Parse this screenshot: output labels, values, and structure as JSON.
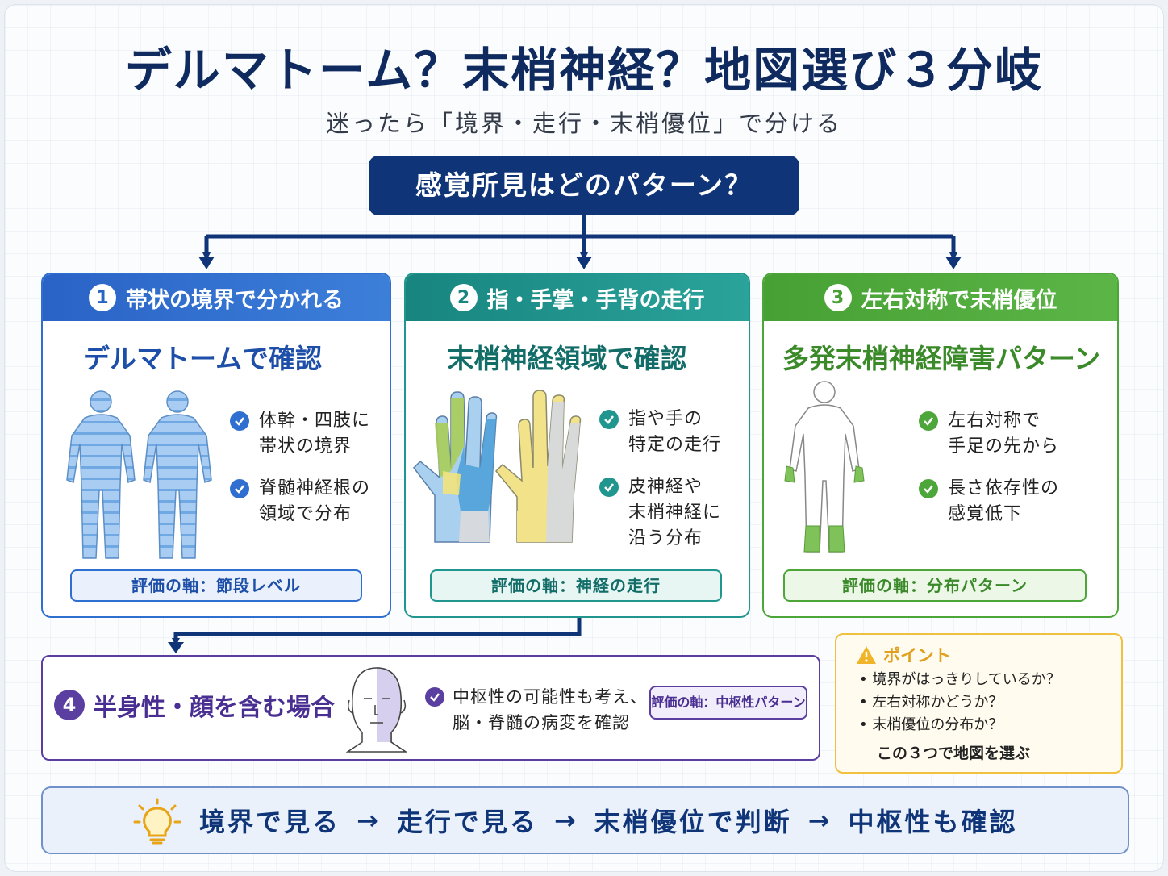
{
  "title": "デルマトーム？末梢神経？地図選び３分岐",
  "subtitle": "迷ったら「境界・走行・末梢優位」で分ける",
  "question": "感覚所見はどのパターン？",
  "colors": {
    "navy": "#0f3578",
    "blue": "#2f6fcf",
    "teal": "#21968f",
    "green": "#4da63a",
    "purple": "#5b3fa0",
    "amber": "#f0b429"
  },
  "branches": [
    {
      "num": "1",
      "header": "帯状の境界で分かれる",
      "title": "デルマトームで確認",
      "items": [
        "体幹・四肢に\n帯状の境界",
        "脊髄神経根の\n領域で分布"
      ],
      "axis": "評価の軸：節段レベル"
    },
    {
      "num": "2",
      "header": "指・手掌・手背の走行",
      "title": "末梢神経領域で確認",
      "items": [
        "指や手の\n特定の走行",
        "皮神経や\n末梢神経に\n沿う分布"
      ],
      "axis": "評価の軸：神経の走行"
    },
    {
      "num": "3",
      "header": "左右対称で末梢優位",
      "title": "多発末梢神経障害パターン",
      "items": [
        "左右対称で\n手足の先から",
        "長さ依存性の\n感覚低下"
      ],
      "axis": "評価の軸：分布パターン"
    }
  ],
  "branch4": {
    "num": "4",
    "title": "半身性・顔を含む場合",
    "text": "中枢性の可能性も考え、\n脳・脊髄の病変を確認",
    "axis": "評価の軸：中枢性パターン"
  },
  "point": {
    "heading": "ポイント",
    "bullets": [
      "境界がはっきりしているか？",
      "左右対称かどうか？",
      "末梢優位の分布か？"
    ],
    "conclusion": "この３つで地図を選ぶ"
  },
  "flow": [
    "境界で見る",
    "走行で見る",
    "末梢優位で判断",
    "中枢性も確認"
  ],
  "flow_arrow": "→",
  "icons": [
    "check-icon",
    "warning-icon",
    "lightbulb-icon",
    "body-figure-icon",
    "hand-icon",
    "face-icon"
  ]
}
